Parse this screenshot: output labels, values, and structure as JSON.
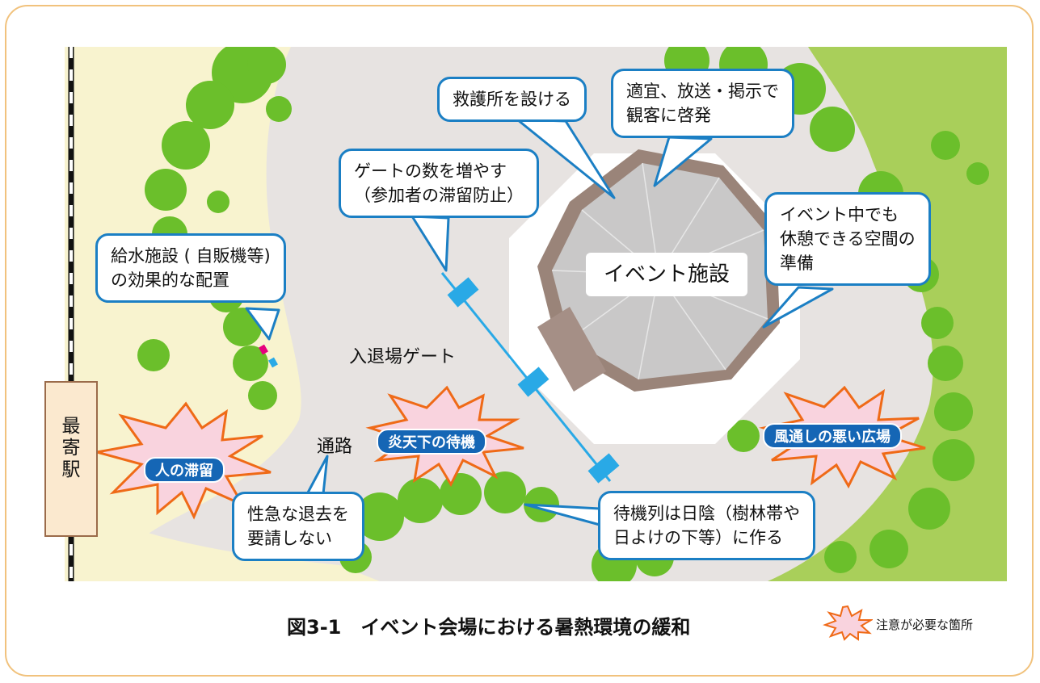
{
  "callouts": {
    "first_aid": "救護所を設ける",
    "broadcast": "適宜、放送・掲示で\n観客に啓発",
    "gates": "ゲートの数を増やす\n（参加者の滞留防止）",
    "water": "給水施設 ( 自販機等)\nの効果的な配置",
    "rest": "イベント中でも\n休憩できる空間の\n準備",
    "exit": "性急な退去を\n要請しない",
    "queue": "待機列は日陰（樹林帯や\n日よけの下等）に作る"
  },
  "places": {
    "facility": "イベント施設",
    "gate": "入退場ゲート",
    "passage": "通路",
    "station": "最寄駅"
  },
  "cautions": {
    "crowd": "人の滞留",
    "sun": "炎天下の待機",
    "plaza": "風通しの悪い広場"
  },
  "caption": "図3-1　イベント会場における暑熱環境の緩和",
  "legend": "注意が必要な箇所",
  "colors": {
    "ground": "#e7e3e1",
    "sand": "#f8f3cf",
    "lawn": "#a9cf5a",
    "tree": "#6bbf2b",
    "callout_border": "#1b7fc4",
    "badge": "#1566b5",
    "burst_fill": "#f9d3de",
    "burst_stroke": "#ef6a17",
    "gate": "#29a9e6"
  }
}
